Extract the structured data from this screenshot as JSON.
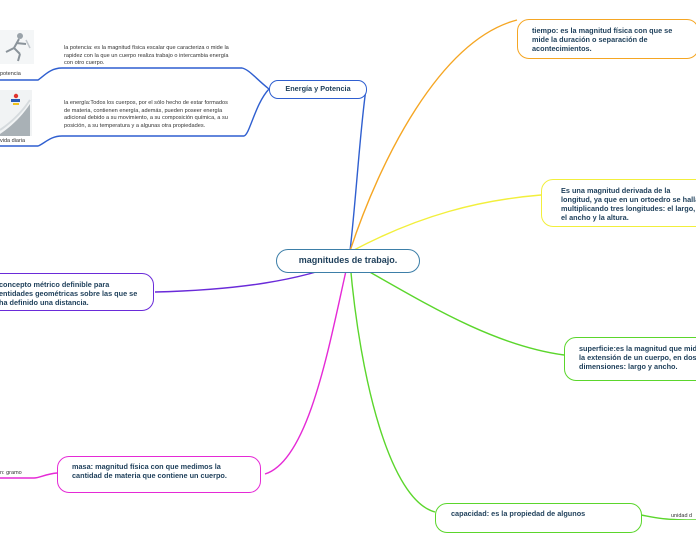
{
  "central": "magnitudes de trabajo.",
  "topics": {
    "energia_potencia": "Energía y Potencia",
    "tiempo": "tiempo: es la magnitud física con que se mide la duración o separación de acontecimientos.",
    "volumen": "Es una magnitud derivada de la longitud, ya que en un ortoedro se halla multiplicando tres longitudes: el largo, el ancho y la altura.",
    "longitud": "concepto métrico definible para entidades geométricas sobre las que se ha definido una distancia.",
    "superficie": "superficie:es la magnitud que mide la extensión de un cuerpo, en dos dimensiones: largo y ancho.",
    "masa": "masa: magnitud física con que medimos la cantidad de materia que contiene un cuerpo.",
    "capacidad": "capacidad: es la propiedad de algunos"
  },
  "notes": {
    "potencia": "la potencia: es la magnitud física escalar que caracteriza o mide la rapidez con la que un cuerpo realiza trabajo o intercambia energía con otro cuerpo.",
    "energia": "la energía:Todos los cuerpos, por el sólo hecho de estar formados de materia, contienen energía, además, pueden poseer energía adicional debido a su movimiento, a su composición química, a su posición, a su temperatura y a algunas otra propiedades."
  },
  "labels": {
    "potencia": "potencia",
    "vida_diaria": "vida diaria",
    "masa_unidad": "n: gramo",
    "capacidad_unidad": "unidad d"
  },
  "colors": {
    "central": "#3d7fa8",
    "energia_potencia": "#2f5fd0",
    "tiempo": "#f5a623",
    "volumen": "#f2ef3c",
    "longitud": "#6a2bd9",
    "superficie": "#5bd62c",
    "masa": "#e52ad6",
    "capacidad": "#5bd62c"
  }
}
